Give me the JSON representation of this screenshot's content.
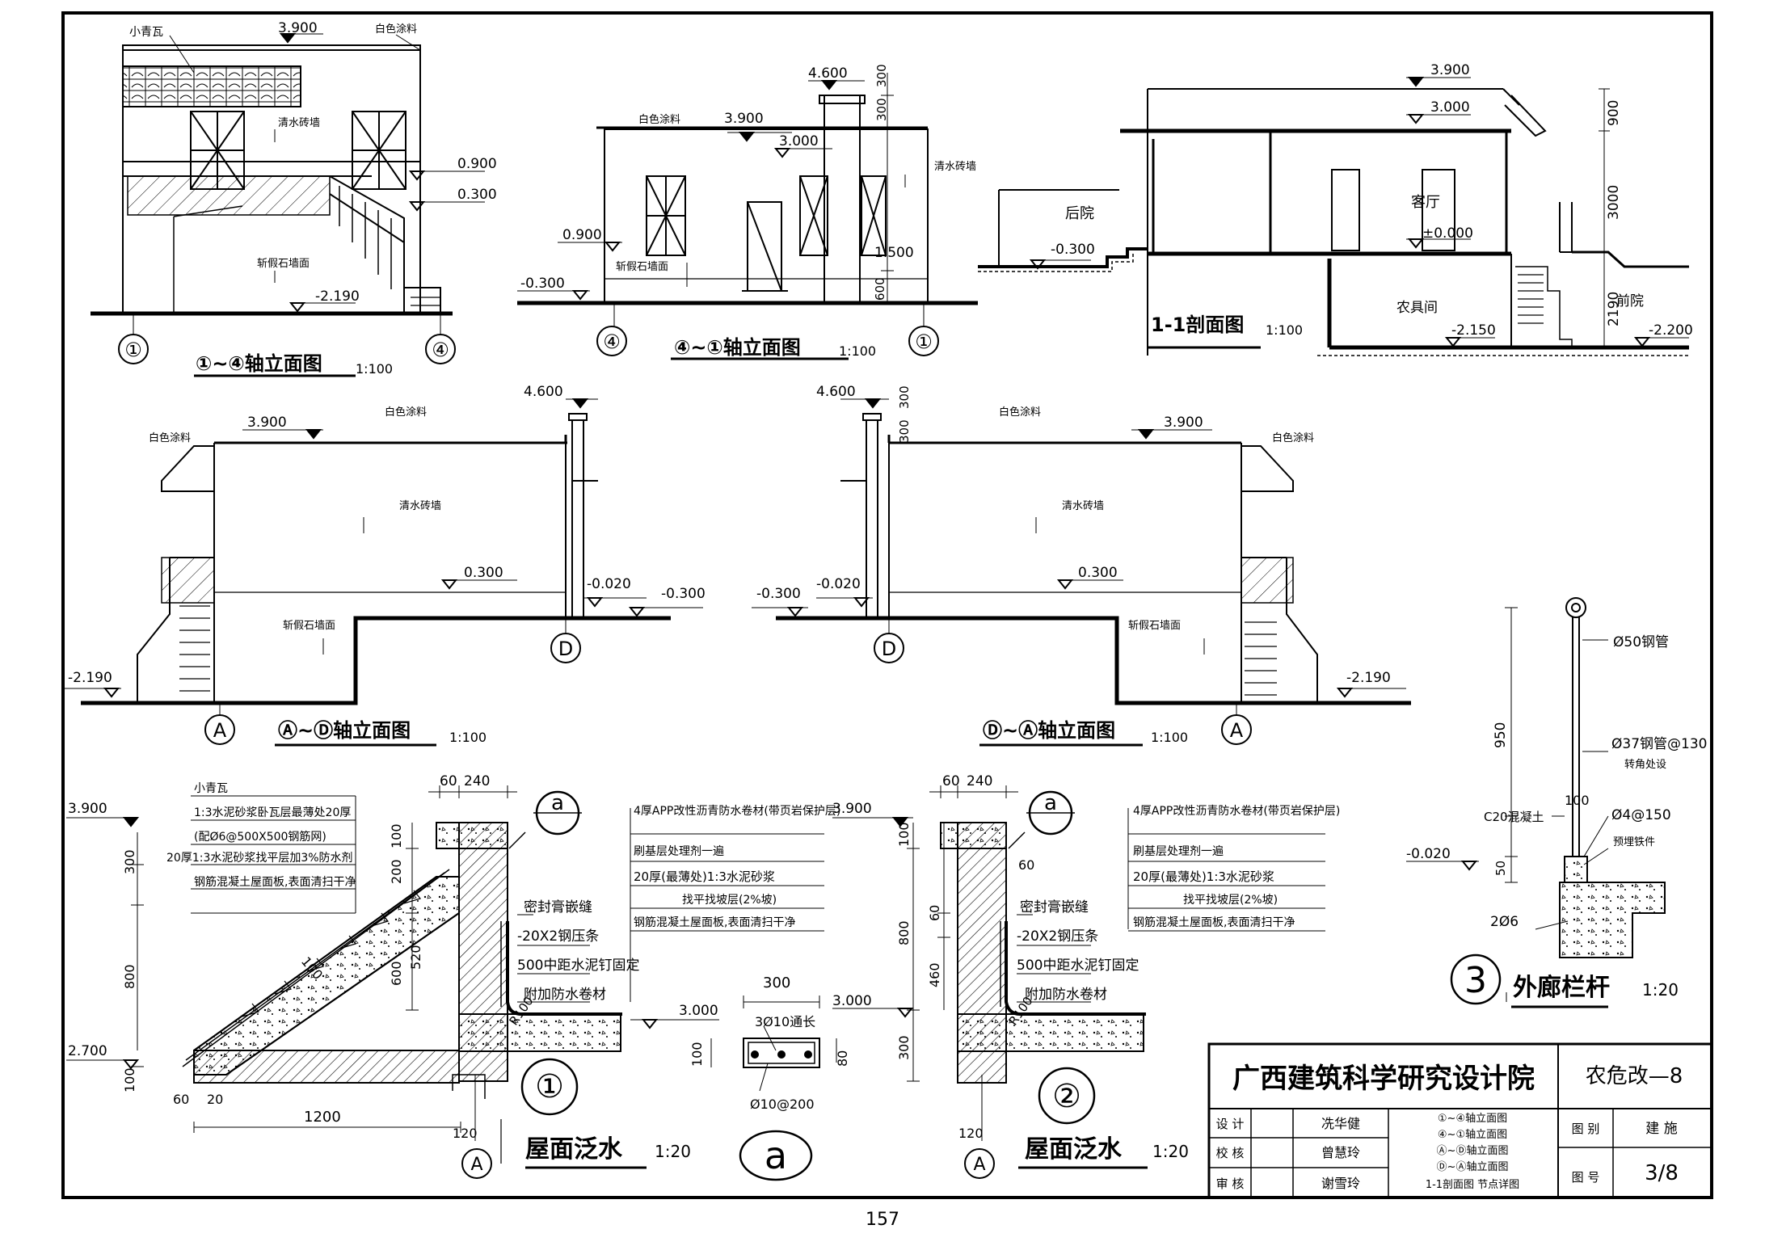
{
  "elev_1_4": {
    "title": "①~④轴立面图",
    "scale": "1:100",
    "axis_left": "①",
    "axis_right": "④",
    "lv_top": "3.900",
    "lv_090": "0.900",
    "lv_030": "0.300",
    "lv_bottom": "-2.190",
    "n_tile": "小青瓦",
    "n_paint": "白色涂料",
    "n_brick": "清水砖墙",
    "n_stone": "斩假石墙面"
  },
  "elev_4_1": {
    "title": "④~①轴立面图",
    "scale": "1:100",
    "axis_left": "④",
    "axis_right": "①",
    "lv_460": "4.600",
    "lv_390": "3.900",
    "lv_300": "3.000",
    "lv_090": "0.900",
    "lv_m030": "-0.300",
    "d_300a": "300",
    "d_300b": "300",
    "d_1500": "1.500",
    "d_600": "600",
    "n_paint": "白色涂料",
    "n_brick": "清水砖墙",
    "n_stone": "斩假石墙面"
  },
  "section_1_1": {
    "title": "1-1剖面图",
    "scale": "1:100",
    "lv_390": "3.900",
    "lv_300": "3.000",
    "lv_m030": "-0.300",
    "lv_000": "±0.000",
    "lv_m215": "-2.150",
    "lv_m220": "-2.200",
    "d_900": "900",
    "d_3000": "3000",
    "d_2190": "2190",
    "r_back": "后院",
    "r_living": "客厅",
    "r_tool": "农具间",
    "r_front": "前院"
  },
  "elev_a_d": {
    "title": "Ⓐ~Ⓓ轴立面图",
    "scale": "1:100",
    "axis_left": "A",
    "axis_right": "D",
    "lv_460": "4.600",
    "lv_390": "3.900",
    "lv_030": "0.300",
    "lv_m002": "-0.020",
    "lv_m030": "-0.300",
    "lv_m219": "-2.190",
    "n_paint1": "白色涂料",
    "n_paint2": "白色涂料",
    "n_brick": "清水砖墙",
    "n_stone": "斩假石墙面"
  },
  "elev_d_a": {
    "title": "Ⓓ~Ⓐ轴立面图",
    "scale": "1:100",
    "axis_left": "D",
    "axis_right": "A",
    "lv_460": "4.600",
    "lv_390": "3.900",
    "lv_030": "0.300",
    "lv_m002": "-0.020",
    "lv_m030": "-0.300",
    "lv_m219": "-2.190",
    "d_300a": "300",
    "d_300b": "300",
    "n_paint1": "白色涂料",
    "n_paint2": "白色涂料",
    "n_brick": "清水砖墙",
    "n_stone": "斩假石墙面"
  },
  "detail_1": {
    "num": "①",
    "title": "屋面泛水",
    "scale": "1:20",
    "axis": "A",
    "ref": "a",
    "lv_390": "3.900",
    "lv_270": "2.700",
    "lv_300": "3.000",
    "d_60": "60",
    "d_240": "240",
    "d_100a": "100",
    "d_200": "200",
    "d_300": "300",
    "d_800": "800",
    "d_100b": "100",
    "d_600": "600",
    "d_520": "520",
    "d_100c": "100",
    "d_6020": "60",
    "d_20": "20",
    "d_1200": "1200",
    "d_120": "120",
    "d_r100": "R100",
    "n_tile": "小青瓦",
    "n_l1": "1:3水泥砂浆卧瓦层最薄处20厚",
    "n_l2": "(配Ø6@500X500钢筋网)",
    "n_l3": "20厚1:3水泥砂浆找平层加3%防水剂",
    "n_l4": "钢筋混凝土屋面板,表面清扫干净",
    "n_r1": "4厚APP改性沥青防水卷材(带页岩保护层)",
    "n_r2": "刷基层处理剂一遍",
    "n_r3": "20厚(最薄处)1:3水泥砂浆",
    "n_r4": "找平找坡层(2%坡)",
    "n_r5": "钢筋混凝土屋面板,表面清扫干净",
    "n_seal": "密封膏嵌缝",
    "n_strip": "-20X2钢压条",
    "n_nail": "500中距水泥钉固定",
    "n_extra": "附加防水卷材"
  },
  "detail_a": {
    "ref": "a",
    "d_300": "300",
    "d_100": "100",
    "d_80": "80",
    "n_bar": "3Ø10通长",
    "n_stir": "Ø10@200"
  },
  "detail_2": {
    "num": "②",
    "title": "屋面泛水",
    "scale": "1:20",
    "axis": "A",
    "ref": "a",
    "lv_390": "3.900",
    "lv_300": "3.000",
    "d_60": "60",
    "d_240": "240",
    "d_100": "100",
    "d_800": "800",
    "d_60b": "60",
    "d_460": "460",
    "d_300": "300",
    "d_60c": "60",
    "d_120": "120",
    "d_r100": "R100",
    "n_r1": "4厚APP改性沥青防水卷材(带页岩保护层)",
    "n_r2": "刷基层处理剂一遍",
    "n_r3": "20厚(最薄处)1:3水泥砂浆",
    "n_r4": "找平找坡层(2%坡)",
    "n_r5": "钢筋混凝土屋面板,表面清扫干净",
    "n_seal": "密封膏嵌缝",
    "n_strip": "-20X2钢压条",
    "n_nail": "500中距水泥钉固定",
    "n_extra": "附加防水卷材"
  },
  "detail_3": {
    "num": "3",
    "title": "外廊栏杆",
    "scale": "1:20",
    "n_pipe50": "Ø50钢管",
    "n_pipe37": "Ø37钢管@130",
    "n_corner": "转角处设",
    "n_c20": "C20混凝土",
    "n_bar4": "Ø4@150",
    "n_embed": "预埋铁件",
    "n_2phi6": "2Ø6",
    "d_950": "950",
    "d_100": "100",
    "d_50": "50",
    "lv_m002": "-0.020"
  },
  "title_block": {
    "institute": "广西建筑科学研究设计院",
    "project": "农危改—8",
    "r1_role": "设 计",
    "r1_name": "冼华健",
    "r2_role": "校 核",
    "r2_name": "曾慧玲",
    "r3_role": "审 核",
    "r3_name": "谢雪玲",
    "contents": [
      "①~④轴立面图",
      "④~①轴立面图",
      "Ⓐ~Ⓓ轴立面图",
      "Ⓓ~Ⓐ轴立面图",
      "1-1剖面图  节点详图"
    ],
    "cat_label": "图 别",
    "cat_value": "建 施",
    "no_label": "图 号",
    "no_value": "3/8"
  },
  "page_number": "157"
}
